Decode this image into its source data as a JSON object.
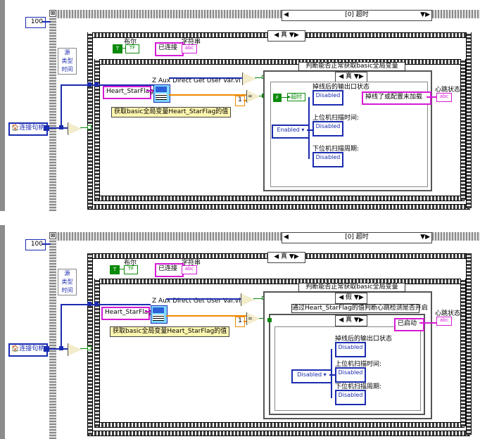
{
  "panels": [
    {
      "timeout_selector": "[0] 超时",
      "true_selector": "真",
      "inner_case_selector": "真",
      "number_const": "100",
      "connect_handle_label": "连接句柄",
      "src_labels": [
        "源",
        "类型",
        "时间"
      ],
      "bool_label": "布尔",
      "string_label": "字符串",
      "connected_text": "已连接",
      "vi_name": "Z Aux Direct Get User Var.vi",
      "var_name": "Heart_StarFlag",
      "comment": "获取basic全局变量Heart_StarFlag的值",
      "one_const": "1",
      "header": "判断能否正常获取basic全局变量",
      "timeout_small": "超时",
      "heartbeat_label": "心跳状态:",
      "message": "掉线了或配置未加载",
      "disconnect_state_label": "掉线后的输出口状态",
      "upper_scan_label": "上位机扫描时间:",
      "lower_scan_label": "下位机扫描周期:",
      "enum_value": "Enabled",
      "ind_value": "Disabled",
      "abc": "abc",
      "tf": "TF"
    },
    {
      "timeout_selector": "[0] 超时",
      "true_selector": "真",
      "inner_case_selector": "假",
      "inner2_case_selector": "真",
      "number_const": "100",
      "connect_handle_label": "连接句柄",
      "src_labels": [
        "源",
        "类型",
        "时间"
      ],
      "bool_label": "布尔",
      "string_label": "字符串",
      "connected_text": "已连接",
      "vi_name": "Z Aux Direct Get User Var.vi",
      "var_name": "Heart_StarFlag",
      "comment": "获取basic全局变量Heart_StarFlag的值",
      "one_const": "1",
      "header": "判断能否正常获取basic全局变量",
      "header2": "通过Heart_StarFlag的值判断心跳检测是否开启",
      "heartbeat_label": "心跳状态:",
      "message": "已启动",
      "disconnect_state_label": "掉线后的输出口状态",
      "upper_scan_label": "上位机扫描时间:",
      "lower_scan_label": "下位机扫描周期:",
      "enum_value": "Disabled",
      "ind_value": "Disabled",
      "abc": "abc",
      "tf": "TF"
    }
  ]
}
